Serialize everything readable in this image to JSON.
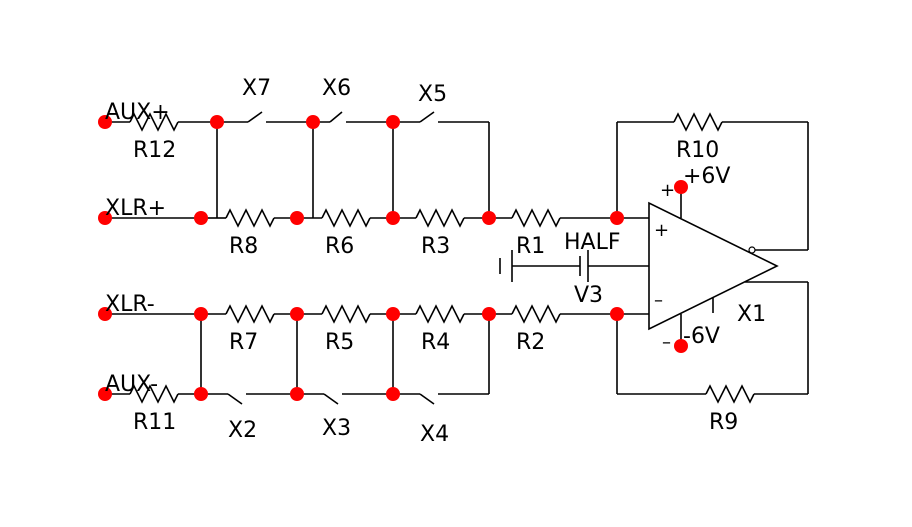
{
  "colors": {
    "wire": "#000000",
    "node": "#ff0000",
    "background": "#ffffff"
  },
  "labels": {
    "aux_plus": "AUX+",
    "xlr_plus": "XLR+",
    "xlr_minus": "XLR-",
    "aux_minus": "AUX-",
    "r12": "R12",
    "r8": "R8",
    "r6": "R6",
    "r3": "R3",
    "r1": "R1",
    "r7": "R7",
    "r5": "R5",
    "r4": "R4",
    "r2": "R2",
    "r11": "R11",
    "r10": "R10",
    "r9": "R9",
    "x7": "X7",
    "x6": "X6",
    "x5": "X5",
    "x2": "X2",
    "x3": "X3",
    "x4": "X4",
    "x1": "X1",
    "half": "HALF",
    "v3": "V3",
    "pos_supply": "+6V",
    "neg_supply": "-6V",
    "opamp_plus": "+",
    "opamp_minus": "–",
    "supply_plus": "+",
    "supply_minus": "–"
  }
}
